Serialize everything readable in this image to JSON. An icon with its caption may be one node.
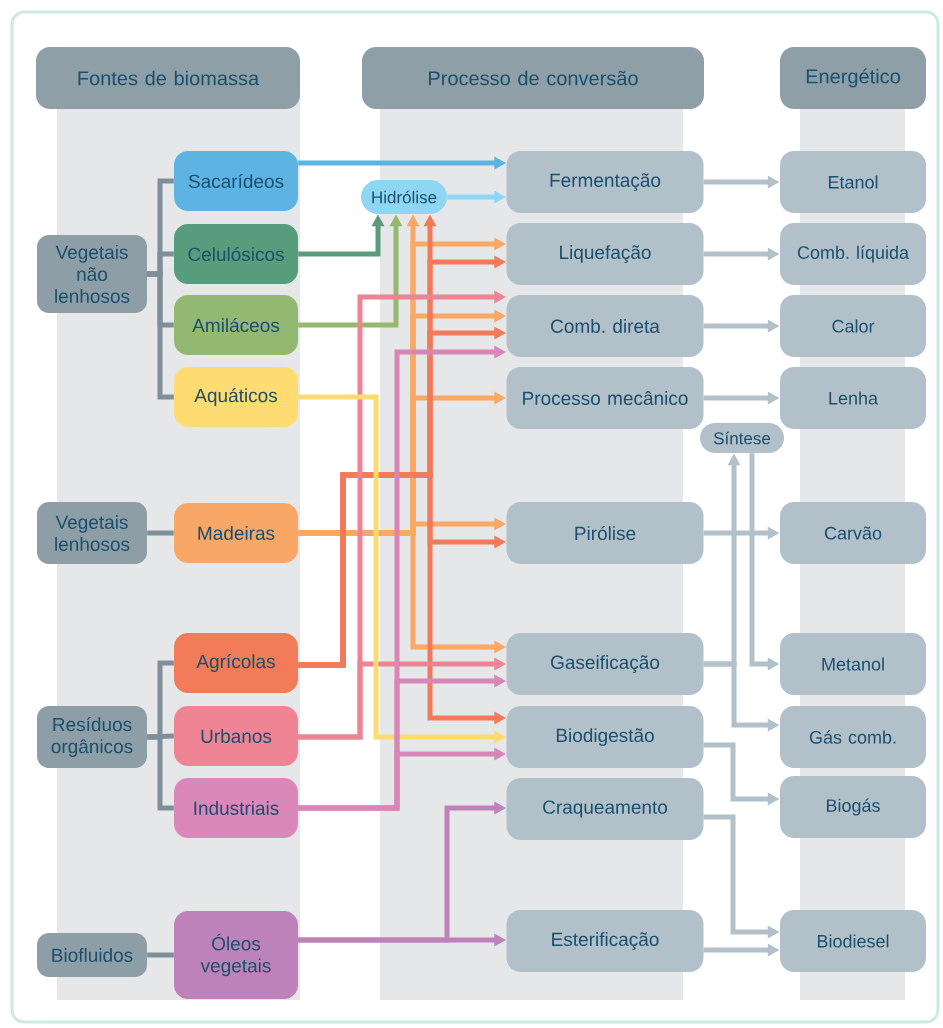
{
  "diagram": {
    "nodes": [
      {
        "text": [
          "Fontes de biomassa"
        ]
      },
      {
        "text": [
          "Processo de conversão"
        ]
      },
      {
        "text": [
          "Energético"
        ]
      },
      {
        "text": [
          "Vegetais não lenhosos"
        ]
      },
      {
        "text": [
          "Vegetais lenhosos"
        ]
      },
      {
        "text": [
          "Resíduos orgânicos"
        ]
      },
      {
        "text": [
          "Biofluidos"
        ]
      },
      {
        "text": [
          "Sacarídeos"
        ]
      },
      {
        "text": [
          "Celulósicos"
        ]
      },
      {
        "text": [
          "Amiláceos"
        ]
      },
      {
        "text": [
          "Aquáticos"
        ]
      },
      {
        "text": [
          "Madeiras"
        ]
      },
      {
        "text": [
          "Agrícolas"
        ]
      },
      {
        "text": [
          "Urbanos"
        ]
      },
      {
        "text": [
          "Industriais"
        ]
      },
      {
        "text": [
          "Óleos vegetais"
        ]
      },
      {
        "text": [
          "Hidrólise"
        ]
      },
      {
        "text": [
          "Fermentação"
        ]
      },
      {
        "text": [
          "Liquefação"
        ]
      },
      {
        "text": [
          "Comb. direta"
        ]
      },
      {
        "text": [
          "Processo mecânico"
        ]
      },
      {
        "text": [
          "Síntese"
        ]
      },
      {
        "text": [
          "Pirólise"
        ]
      },
      {
        "text": [
          "Gaseificação"
        ]
      },
      {
        "text": [
          "Biodigestão"
        ]
      },
      {
        "text": [
          "Craqueamento"
        ]
      },
      {
        "text": [
          "Esterificação"
        ]
      },
      {
        "text": [
          "Etanol"
        ]
      },
      {
        "text": [
          "Comb. líquida"
        ]
      },
      {
        "text": [
          "Calor"
        ]
      },
      {
        "text": [
          "Lenha"
        ]
      },
      {
        "text": [
          "Carvão"
        ]
      },
      {
        "text": [
          "Metanol"
        ]
      },
      {
        "text": [
          "Gás comb."
        ]
      },
      {
        "text": [
          "Biogás"
        ]
      },
      {
        "text": [
          "Biodiesel"
        ]
      }
    ],
    "edges": [
      {
        "from": 3,
        "to": 7,
        "arrow": "none",
        "color": "#7f8f99"
      },
      {
        "from": 3,
        "to": 8,
        "arrow": "none",
        "color": "#7f8f99"
      },
      {
        "from": 3,
        "to": 9,
        "arrow": "none",
        "color": "#7f8f99"
      },
      {
        "from": 3,
        "to": 10,
        "arrow": "none",
        "color": "#7f8f99"
      },
      {
        "from": 4,
        "to": 11,
        "arrow": "none",
        "color": "#7f8f99"
      },
      {
        "from": 5,
        "to": 12,
        "arrow": "none",
        "color": "#7f8f99"
      },
      {
        "from": 5,
        "to": 13,
        "arrow": "none",
        "color": "#7f8f99"
      },
      {
        "from": 5,
        "to": 14,
        "arrow": "none",
        "color": "#7f8f99"
      },
      {
        "from": 6,
        "to": 15,
        "arrow": "none",
        "color": "#7f8f99"
      },
      {
        "from": 7,
        "to": 17,
        "arrow": "to",
        "color": "#5bb4e0"
      },
      {
        "from": 16,
        "to": 17,
        "arrow": "to",
        "color": "#8dd7f5"
      },
      {
        "from": 8,
        "to": 16,
        "arrow": "to",
        "color": "#5a9b7a"
      },
      {
        "from": 9,
        "to": 16,
        "arrow": "to",
        "color": "#94b86e"
      },
      {
        "from": 11,
        "to": 16,
        "arrow": "to",
        "color": "#f9a865"
      },
      {
        "from": 11,
        "to": 18,
        "arrow": "to",
        "color": "#f9a865"
      },
      {
        "from": 11,
        "to": 19,
        "arrow": "to",
        "color": "#f9a865"
      },
      {
        "from": 11,
        "to": 20,
        "arrow": "to",
        "color": "#f9a865"
      },
      {
        "from": 11,
        "to": 22,
        "arrow": "to",
        "color": "#f9a865"
      },
      {
        "from": 11,
        "to": 23,
        "arrow": "to",
        "color": "#f9a865"
      },
      {
        "from": 12,
        "to": 16,
        "arrow": "to",
        "color": "#f27a5a"
      },
      {
        "from": 12,
        "to": 18,
        "arrow": "to",
        "color": "#f27a5a"
      },
      {
        "from": 12,
        "to": 19,
        "arrow": "to",
        "color": "#f27a5a"
      },
      {
        "from": 12,
        "to": 22,
        "arrow": "to",
        "color": "#f27a5a"
      },
      {
        "from": 12,
        "to": 24,
        "arrow": "to",
        "color": "#f27a5a"
      },
      {
        "from": 13,
        "to": 19,
        "arrow": "to",
        "color": "#ec8493"
      },
      {
        "from": 13,
        "to": 23,
        "arrow": "to",
        "color": "#ec8493"
      },
      {
        "from": 10,
        "to": 24,
        "arrow": "to",
        "color": "#fedb6e"
      },
      {
        "from": 14,
        "to": 19,
        "arrow": "to",
        "color": "#d886b8"
      },
      {
        "from": 14,
        "to": 23,
        "arrow": "to",
        "color": "#d886b8"
      },
      {
        "from": 14,
        "to": 24,
        "arrow": "to",
        "color": "#d886b8"
      },
      {
        "from": 15,
        "to": 25,
        "arrow": "to",
        "color": "#bd82b9"
      },
      {
        "from": 15,
        "to": 26,
        "arrow": "to",
        "color": "#bd82b9"
      },
      {
        "from": 17,
        "to": 27,
        "arrow": "to"
      },
      {
        "from": 18,
        "to": 28,
        "arrow": "to"
      },
      {
        "from": 19,
        "to": 29,
        "arrow": "to"
      },
      {
        "from": 20,
        "to": 30,
        "arrow": "to"
      },
      {
        "from": 22,
        "to": 31,
        "arrow": "to"
      },
      {
        "from": 23,
        "to": 21,
        "arrow": "to"
      },
      {
        "from": 23,
        "to": 33,
        "arrow": "to"
      },
      {
        "from": 21,
        "to": 32,
        "arrow": "to"
      },
      {
        "from": 24,
        "to": 34,
        "arrow": "to"
      },
      {
        "from": 25,
        "to": 35,
        "arrow": "to"
      },
      {
        "from": 26,
        "to": 35,
        "arrow": "to"
      }
    ]
  }
}
